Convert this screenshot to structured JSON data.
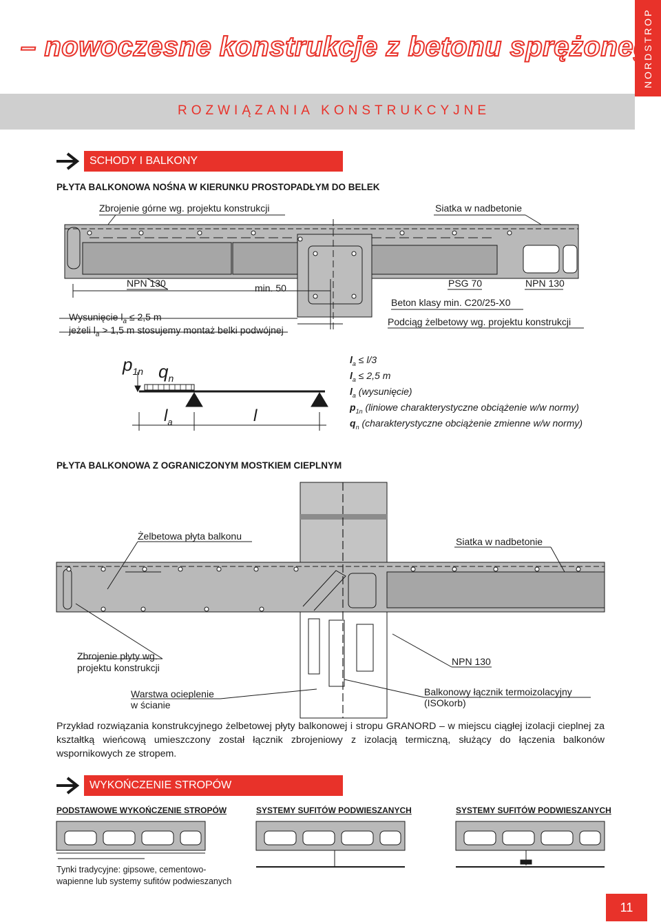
{
  "header": {
    "title": "– nowoczesne konstrukcje z betonu sprężonego",
    "brand": "NORDSTROP",
    "band": "ROZWIĄZANIA KONSTRUKCYJNE"
  },
  "section1": {
    "heading": "SCHODY I BALKONY",
    "sub1": "PŁYTA BALKONOWA NOŚNA W KIERUNKU PROSTOPADŁYM DO BELEK",
    "labels": {
      "top_left": "Zbrojenie górne wg. projektu konstrukcji",
      "top_right": "Siatka w nadbetonie",
      "npn_left": "NPN 130",
      "min50": "min. 50",
      "psg": "PSG 70",
      "npn_right": "NPN 130",
      "beton": "Beton klasy min. C20/25-X0",
      "wys1": "Wysunięcie l",
      "wys1_sub": "a",
      "wys1_rest": " ≤ 2,5 m",
      "wys2": "jeżeli l",
      "wys2_sub": "a",
      "wys2_rest": " > 1,5 m stosujemy montaż belki podwójnej",
      "podciag": "Podciąg żelbetowy wg. projektu konstrukcji"
    },
    "scheme": {
      "p": "p",
      "p_sub": "1n",
      "q": "q",
      "q_sub": "n",
      "la": "l",
      "la_sub": "a",
      "l": "l",
      "legend": [
        {
          "sym": "l",
          "sub": "a",
          "text": " ≤ l/3"
        },
        {
          "sym": "l",
          "sub": "a",
          "text": " ≤ 2,5 m"
        },
        {
          "sym": "l",
          "sub": "a",
          "text": " (wysunięcie)"
        },
        {
          "sym": "p",
          "sub": "1n",
          "text": " (liniowe charakterystyczne obciążenie w/w normy)"
        },
        {
          "sym": "q",
          "sub": "n",
          "text": " (charakterystyczne obciążenie zmienne w/w normy)"
        }
      ]
    },
    "sub2": "PŁYTA BALKONOWA Z OGRANICZONYM MOSTKIEM CIEPLNYM",
    "labels2": {
      "zelbet": "Żelbetowa płyta balkonu",
      "siatka": "Siatka w nadbetonie",
      "zbroj1": "Zbrojenie płyty wg.",
      "zbroj2": "projektu konstrukcji",
      "npn": "NPN 130",
      "warstwa1": "Warstwa ocieplenie",
      "warstwa2": "w ścianie",
      "lacznik1": "Balkonowy łącznik termoizolacyjny",
      "lacznik2": "(ISOkorb)"
    },
    "paragraph": "Przykład rozwiązania konstrukcyjnego żelbetowej płyty balkonowej i stropu GRANORD – w miejscu ciągłej izolacji cieplnej za kształtką wieńcową umieszczony został łącznik zbrojeniowy z izolacją termiczną, służący do łączenia balkonów wspornikowych ze stropem."
  },
  "section2": {
    "heading": "WYKOŃCZENIE STROPÓW",
    "col1": "PODSTAWOWE WYKOŃCZENIE STROPÓW",
    "col2": "SYSTEMY SUFITÓW PODWIESZANYCH",
    "col3": "SYSTEMY SUFITÓW PODWIESZANYCH",
    "note": "Tynki tradycyjne: gipsowe, cementowo-wapienne lub systemy sufitów podwieszanych"
  },
  "page_number": "11",
  "colors": {
    "accent": "#e8322a",
    "band": "#cfcfcf",
    "concrete": "#b9b9b9"
  }
}
